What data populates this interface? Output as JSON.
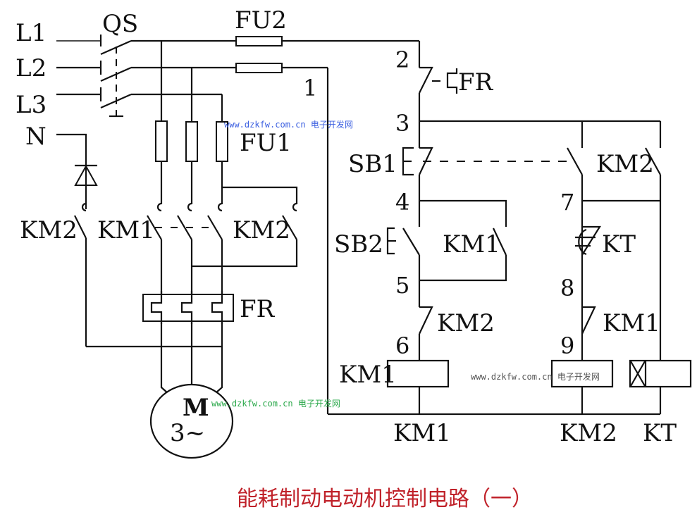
{
  "diagram": {
    "title": "能耗制动电动机控制电路（一）",
    "title_color": "#c0222a",
    "watermarks": [
      {
        "text": "www.dzkfw.com.cn 电子开发网",
        "color": "#3b5fe0"
      },
      {
        "text": "www.dzkfw.com.cn 电子开发网",
        "color": "#2aa84a"
      },
      {
        "text": "www.dzkfw.com.cn 电子开发网",
        "color": "#555555"
      }
    ],
    "supply": {
      "lines": [
        "L1",
        "L2",
        "L3",
        "N"
      ],
      "switch": "QS"
    },
    "main_circuit": {
      "fuses_control": "FU2",
      "fuses_main": "FU1",
      "km1_main_contacts": "KM1",
      "km2_main_contacts": "KM2",
      "km2_brake_contact": "KM2",
      "thermal_relay": "FR",
      "motor": {
        "symbol": "M",
        "phase": "3~"
      },
      "rectifier": "diode"
    },
    "control_circuit": {
      "node_numbers": [
        "1",
        "2",
        "3",
        "4",
        "5",
        "6",
        "7",
        "8",
        "9"
      ],
      "fr_contact": "FR",
      "stop_button": "SB1",
      "start_button": "SB2",
      "km1_hold_contact": "KM1",
      "km2_hold_contact": "KM2",
      "km2_interlock": "KM2",
      "km1_interlock": "KM1",
      "timer_contact": "KT",
      "coil_km1_label": "KM1",
      "coils_bottom": [
        "KM1",
        "KM2",
        "KT"
      ]
    }
  }
}
